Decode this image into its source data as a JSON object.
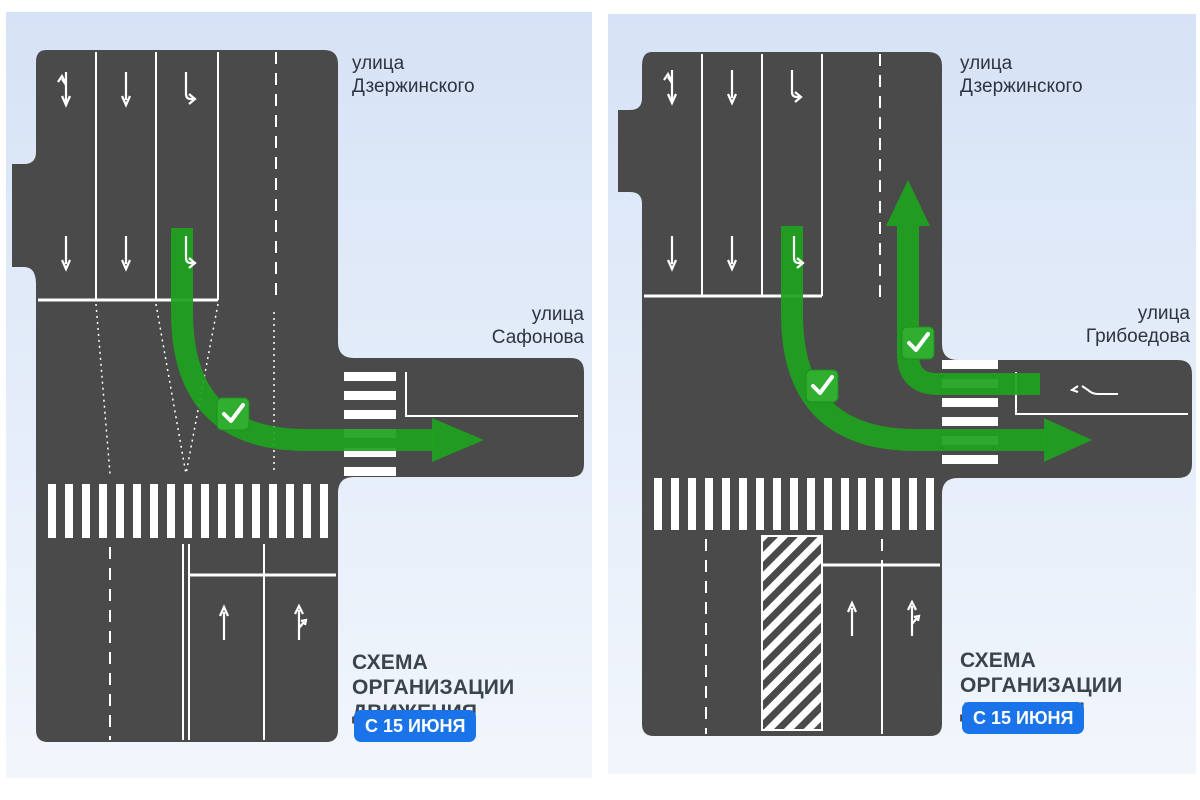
{
  "colors": {
    "road": "#4a4a4a",
    "marking": "#ffffff",
    "arrow_green": "#1ea11e",
    "check_green": "#2fae2f",
    "badge_blue": "#1a73e8",
    "background_top": "#d6e3f6",
    "background_bottom": "#f2f6fc"
  },
  "icons": {
    "approved": "green-checkmark-box",
    "lane_arrows": [
      "straight-arrow",
      "left-straight-arrow",
      "right-turn-arrow",
      "straight-right-arrow"
    ]
  },
  "panels": [
    {
      "street_north": "улица\nДзержинского",
      "street_east": "улица\nСафонова",
      "scheme_title": "СХЕМА ОРГАНИЗАЦИИ\nДВИЖЕНИЯ",
      "date_badge": "С 15 ИЮНЯ"
    },
    {
      "street_north": "улица\nДзержинского",
      "street_east": "улица\nГрибоедова",
      "scheme_title": "СХЕМА ОРГАНИЗАЦИИ\nДВИЖЕНИЯ",
      "date_badge": "С 15 ИЮНЯ"
    }
  ]
}
